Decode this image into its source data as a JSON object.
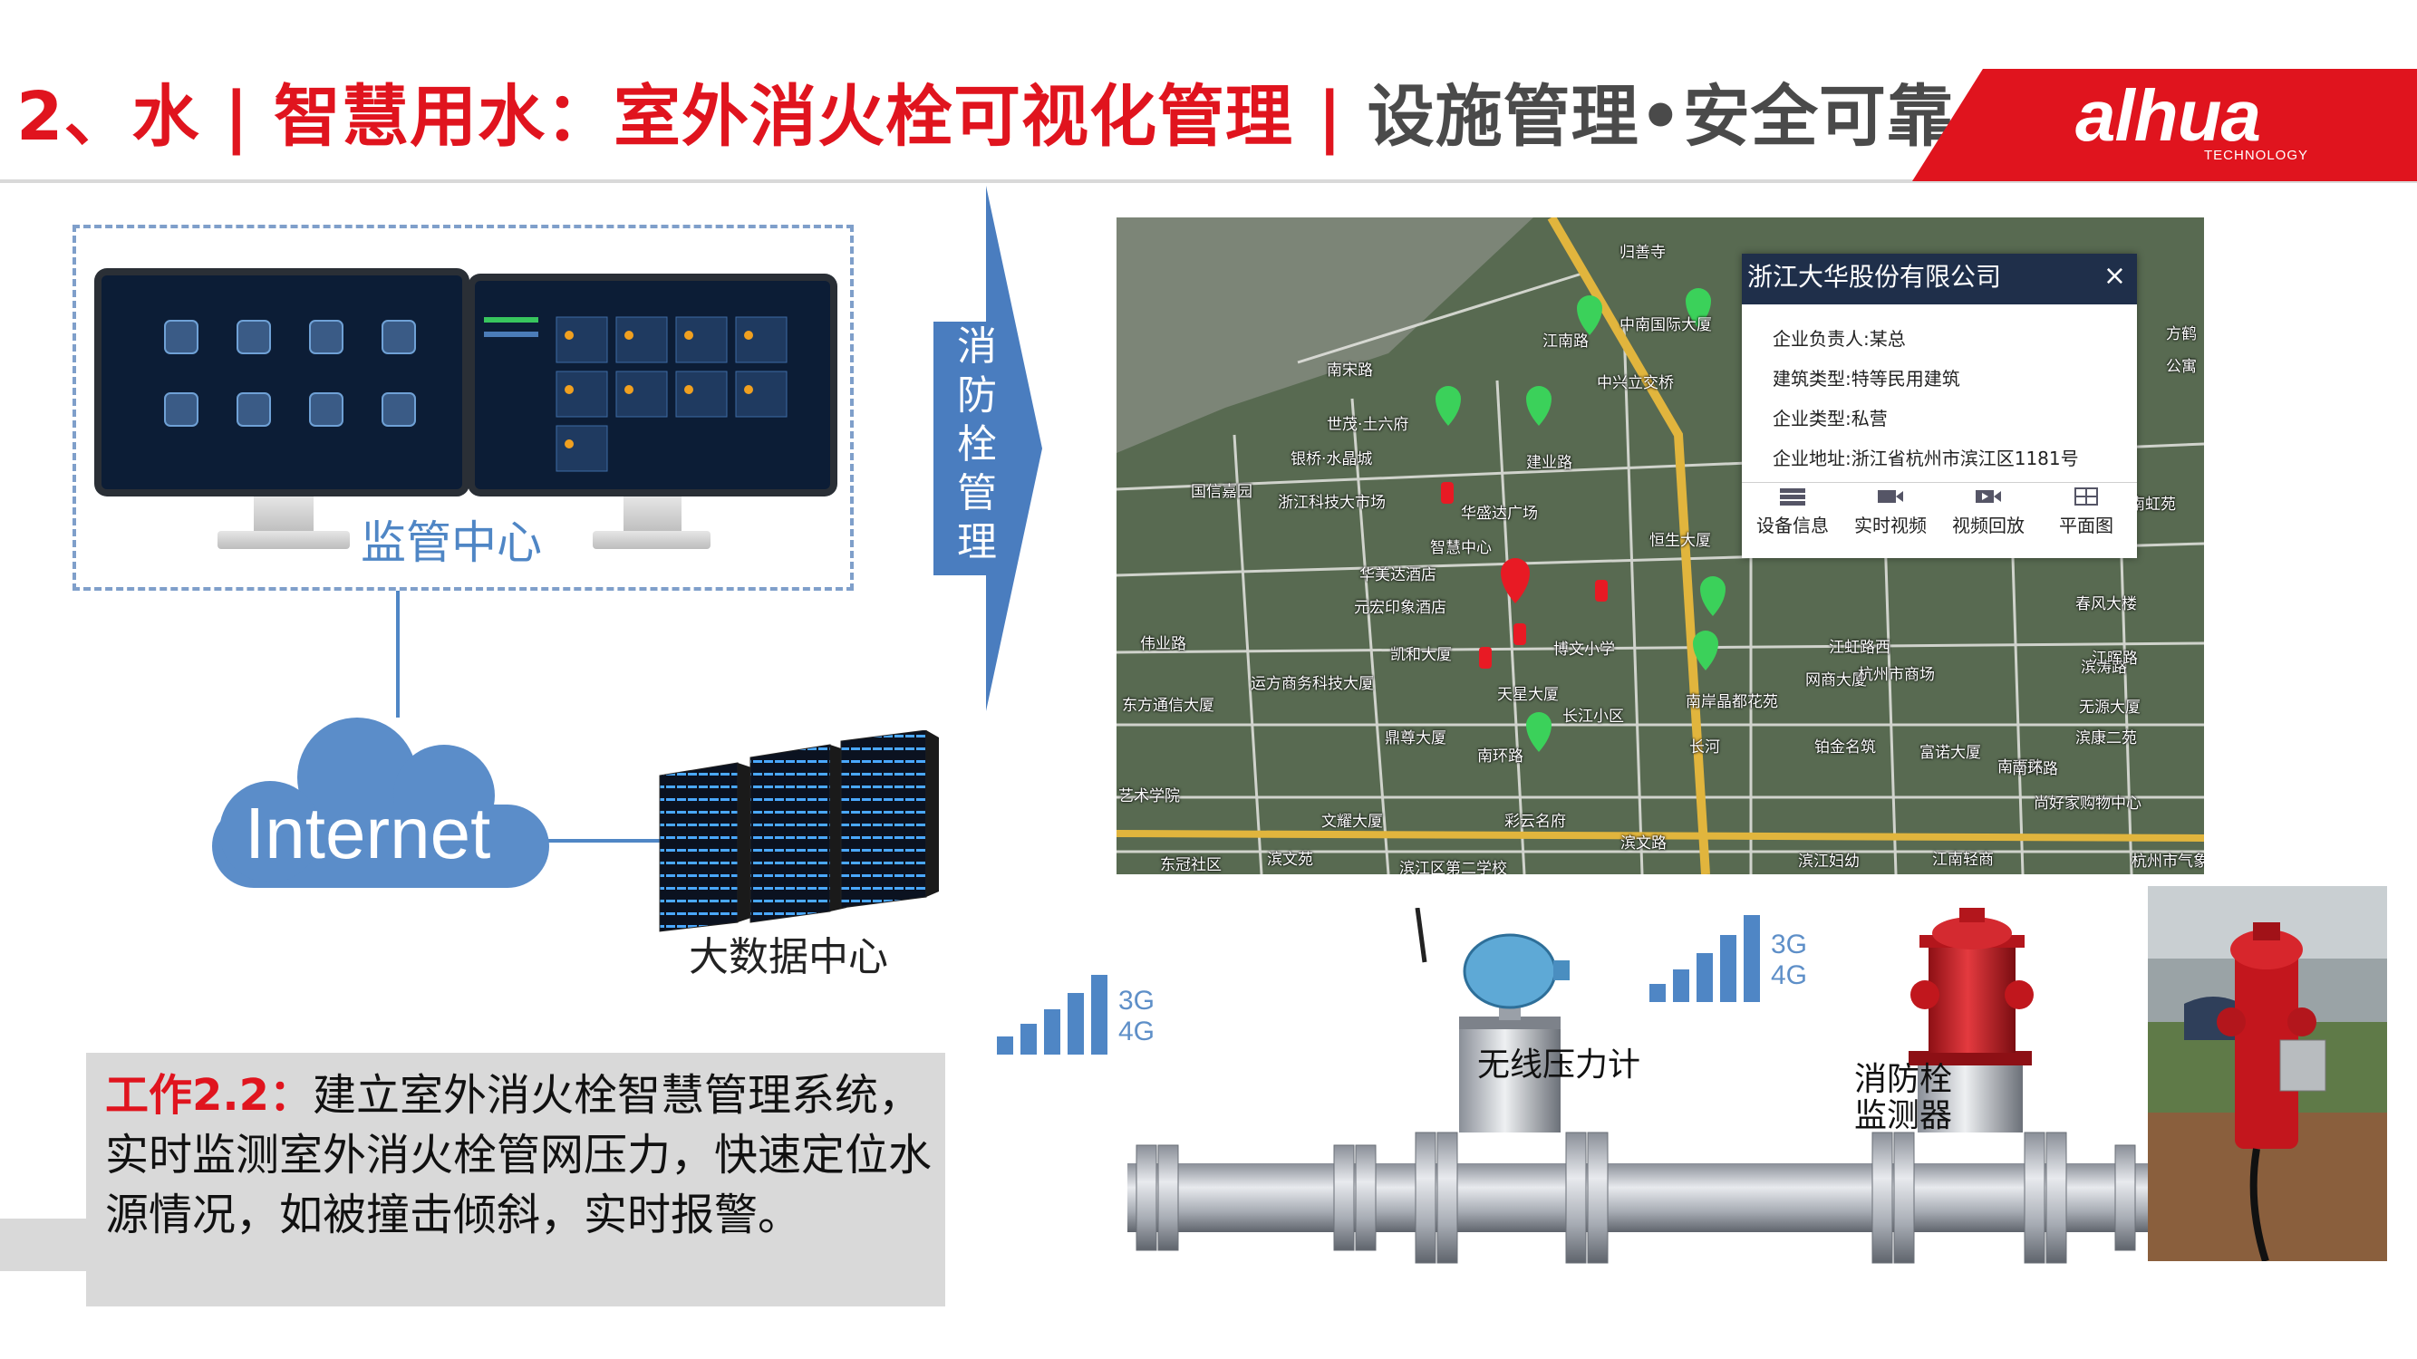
{
  "header": {
    "title_red": "2、水 | 智慧用水：室外消火栓可视化管理 | ",
    "title_gray": "设施管理•安全可靠",
    "logo_text": "alhua",
    "logo_sub": "TECHNOLOGY"
  },
  "monitoring": {
    "label": "监管中心"
  },
  "cloud": {
    "label": "Internet"
  },
  "server": {
    "label": "大数据中心"
  },
  "arrow": {
    "label": "消防栓管理"
  },
  "note": {
    "heading": "工作2.2：",
    "body": "建立室外消火栓智慧管理系统，实时监测室外消火栓管网压力，快速定位水源情况，如被撞击倾斜，实时报警。"
  },
  "map": {
    "road_labels": [
      "归善寺",
      "中南国际大厦",
      "南宋路",
      "江南路",
      "中兴立交桥",
      "世茂·土六府",
      "银桥·水晶城",
      "建业路",
      "国信嘉园",
      "浙江科技大市场",
      "华盛达广场",
      "智慧中心",
      "恒生大厦",
      "华美达酒店",
      "元宏印象酒店",
      "伟业路",
      "凯和大厦",
      "博文小学",
      "运方商务科技大厦",
      "网商大厦",
      "南岸晶都花苑",
      "江虹路西",
      "杭州市商场",
      "东方通信大厦",
      "长江小区",
      "鼎尊大厦",
      "南环路",
      "长河",
      "铂金名筑",
      "富诺大厦",
      "南环路",
      "尚好家购物中心",
      "文耀大厦",
      "彩云名府",
      "滨文路",
      "东冠社区",
      "滨文苑",
      "滨江区第二学校",
      "滨江妇幼",
      "江南轻商",
      "杭州市气象",
      "方鹤",
      "公寓",
      "滨涛路",
      "南虹苑",
      "春风大楼",
      "江晖路",
      "无源大厦",
      "滨康二苑",
      "南环路",
      "艺术学院",
      "天星大厦"
    ]
  },
  "popup": {
    "title": "浙江大华股份有限公司",
    "close": "×",
    "rows": [
      "企业负责人:某总",
      "建筑类型:特等民用建筑",
      "企业类型:私营",
      "企业地址:浙江省杭州市滨江区1181号"
    ],
    "buttons": [
      {
        "label": "设备信息",
        "icon": "device-info-icon"
      },
      {
        "label": "实时视频",
        "icon": "live-video-icon"
      },
      {
        "label": "视频回放",
        "icon": "video-playback-icon"
      },
      {
        "label": "平面图",
        "icon": "floor-plan-icon"
      }
    ]
  },
  "diagram": {
    "signal_left": "3G\n4G",
    "signal_right": "3G\n4G",
    "pressure_gauge": "无线压力计",
    "hydrant_monitor": "消防栓\n监测器"
  },
  "colors": {
    "accent_red": "#e0141e",
    "accent_blue": "#4f86c5"
  }
}
